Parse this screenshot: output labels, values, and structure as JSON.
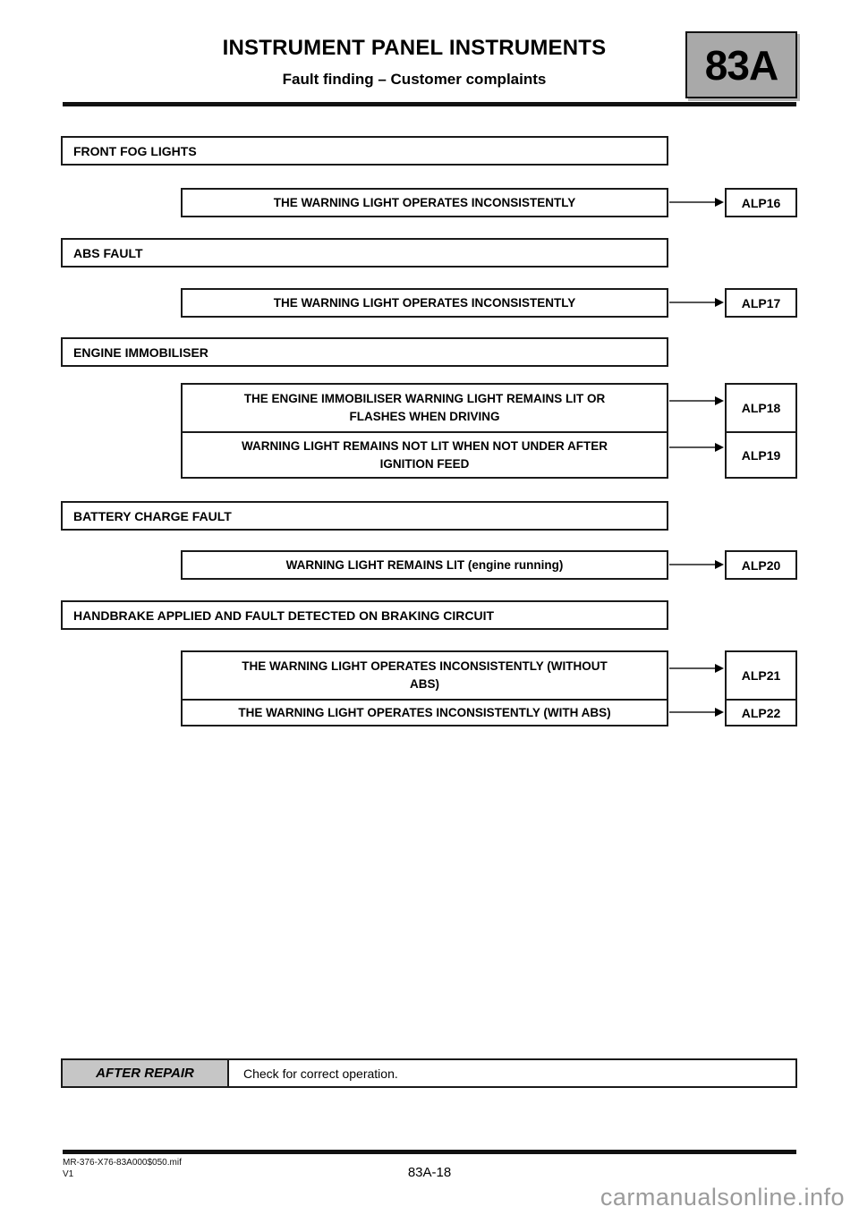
{
  "page": {
    "title": "INSTRUMENT PANEL INSTRUMENTS",
    "subtitle": "Fault finding – Customer complaints",
    "section_code": "83A",
    "page_number": "83A-18",
    "doc_ref": "MR-376-X76-83A000$050.mif",
    "version": "V1",
    "watermark": "carmanualsonline.info"
  },
  "sections": [
    {
      "header": "FRONT FOG LIGHTS",
      "rows": [
        {
          "symptom": "THE WARNING LIGHT OPERATES INCONSISTENTLY",
          "alp": "ALP16"
        }
      ]
    },
    {
      "header": "ABS FAULT",
      "rows": [
        {
          "symptom": "THE WARNING LIGHT OPERATES INCONSISTENTLY",
          "alp": "ALP17"
        }
      ]
    },
    {
      "header": "ENGINE IMMOBILISER",
      "rows": [
        {
          "symptom": "THE ENGINE IMMOBILISER WARNING LIGHT REMAINS LIT OR\nFLASHES WHEN DRIVING",
          "alp": "ALP18"
        },
        {
          "symptom": "WARNING LIGHT REMAINS NOT LIT WHEN NOT UNDER AFTER\nIGNITION FEED",
          "alp": "ALP19"
        }
      ]
    },
    {
      "header": "BATTERY CHARGE FAULT",
      "rows": [
        {
          "symptom": "WARNING LIGHT REMAINS LIT (engine running)",
          "alp": "ALP20"
        }
      ]
    },
    {
      "header": "HANDBRAKE APPLIED AND FAULT DETECTED ON BRAKING CIRCUIT",
      "rows": [
        {
          "symptom": "THE WARNING LIGHT OPERATES INCONSISTENTLY (WITHOUT\nABS)",
          "alp": "ALP21"
        },
        {
          "symptom": "THE WARNING LIGHT OPERATES INCONSISTENTLY (WITH ABS)",
          "alp": "ALP22"
        }
      ]
    }
  ],
  "after_repair": {
    "label": "AFTER REPAIR",
    "text": "Check for correct operation."
  },
  "colors": {
    "badge_gray": "#a9a9a9",
    "cell_gray": "#c6c6c6",
    "arrow_line": "#555555",
    "watermark_gray": "#9b9b9b"
  }
}
